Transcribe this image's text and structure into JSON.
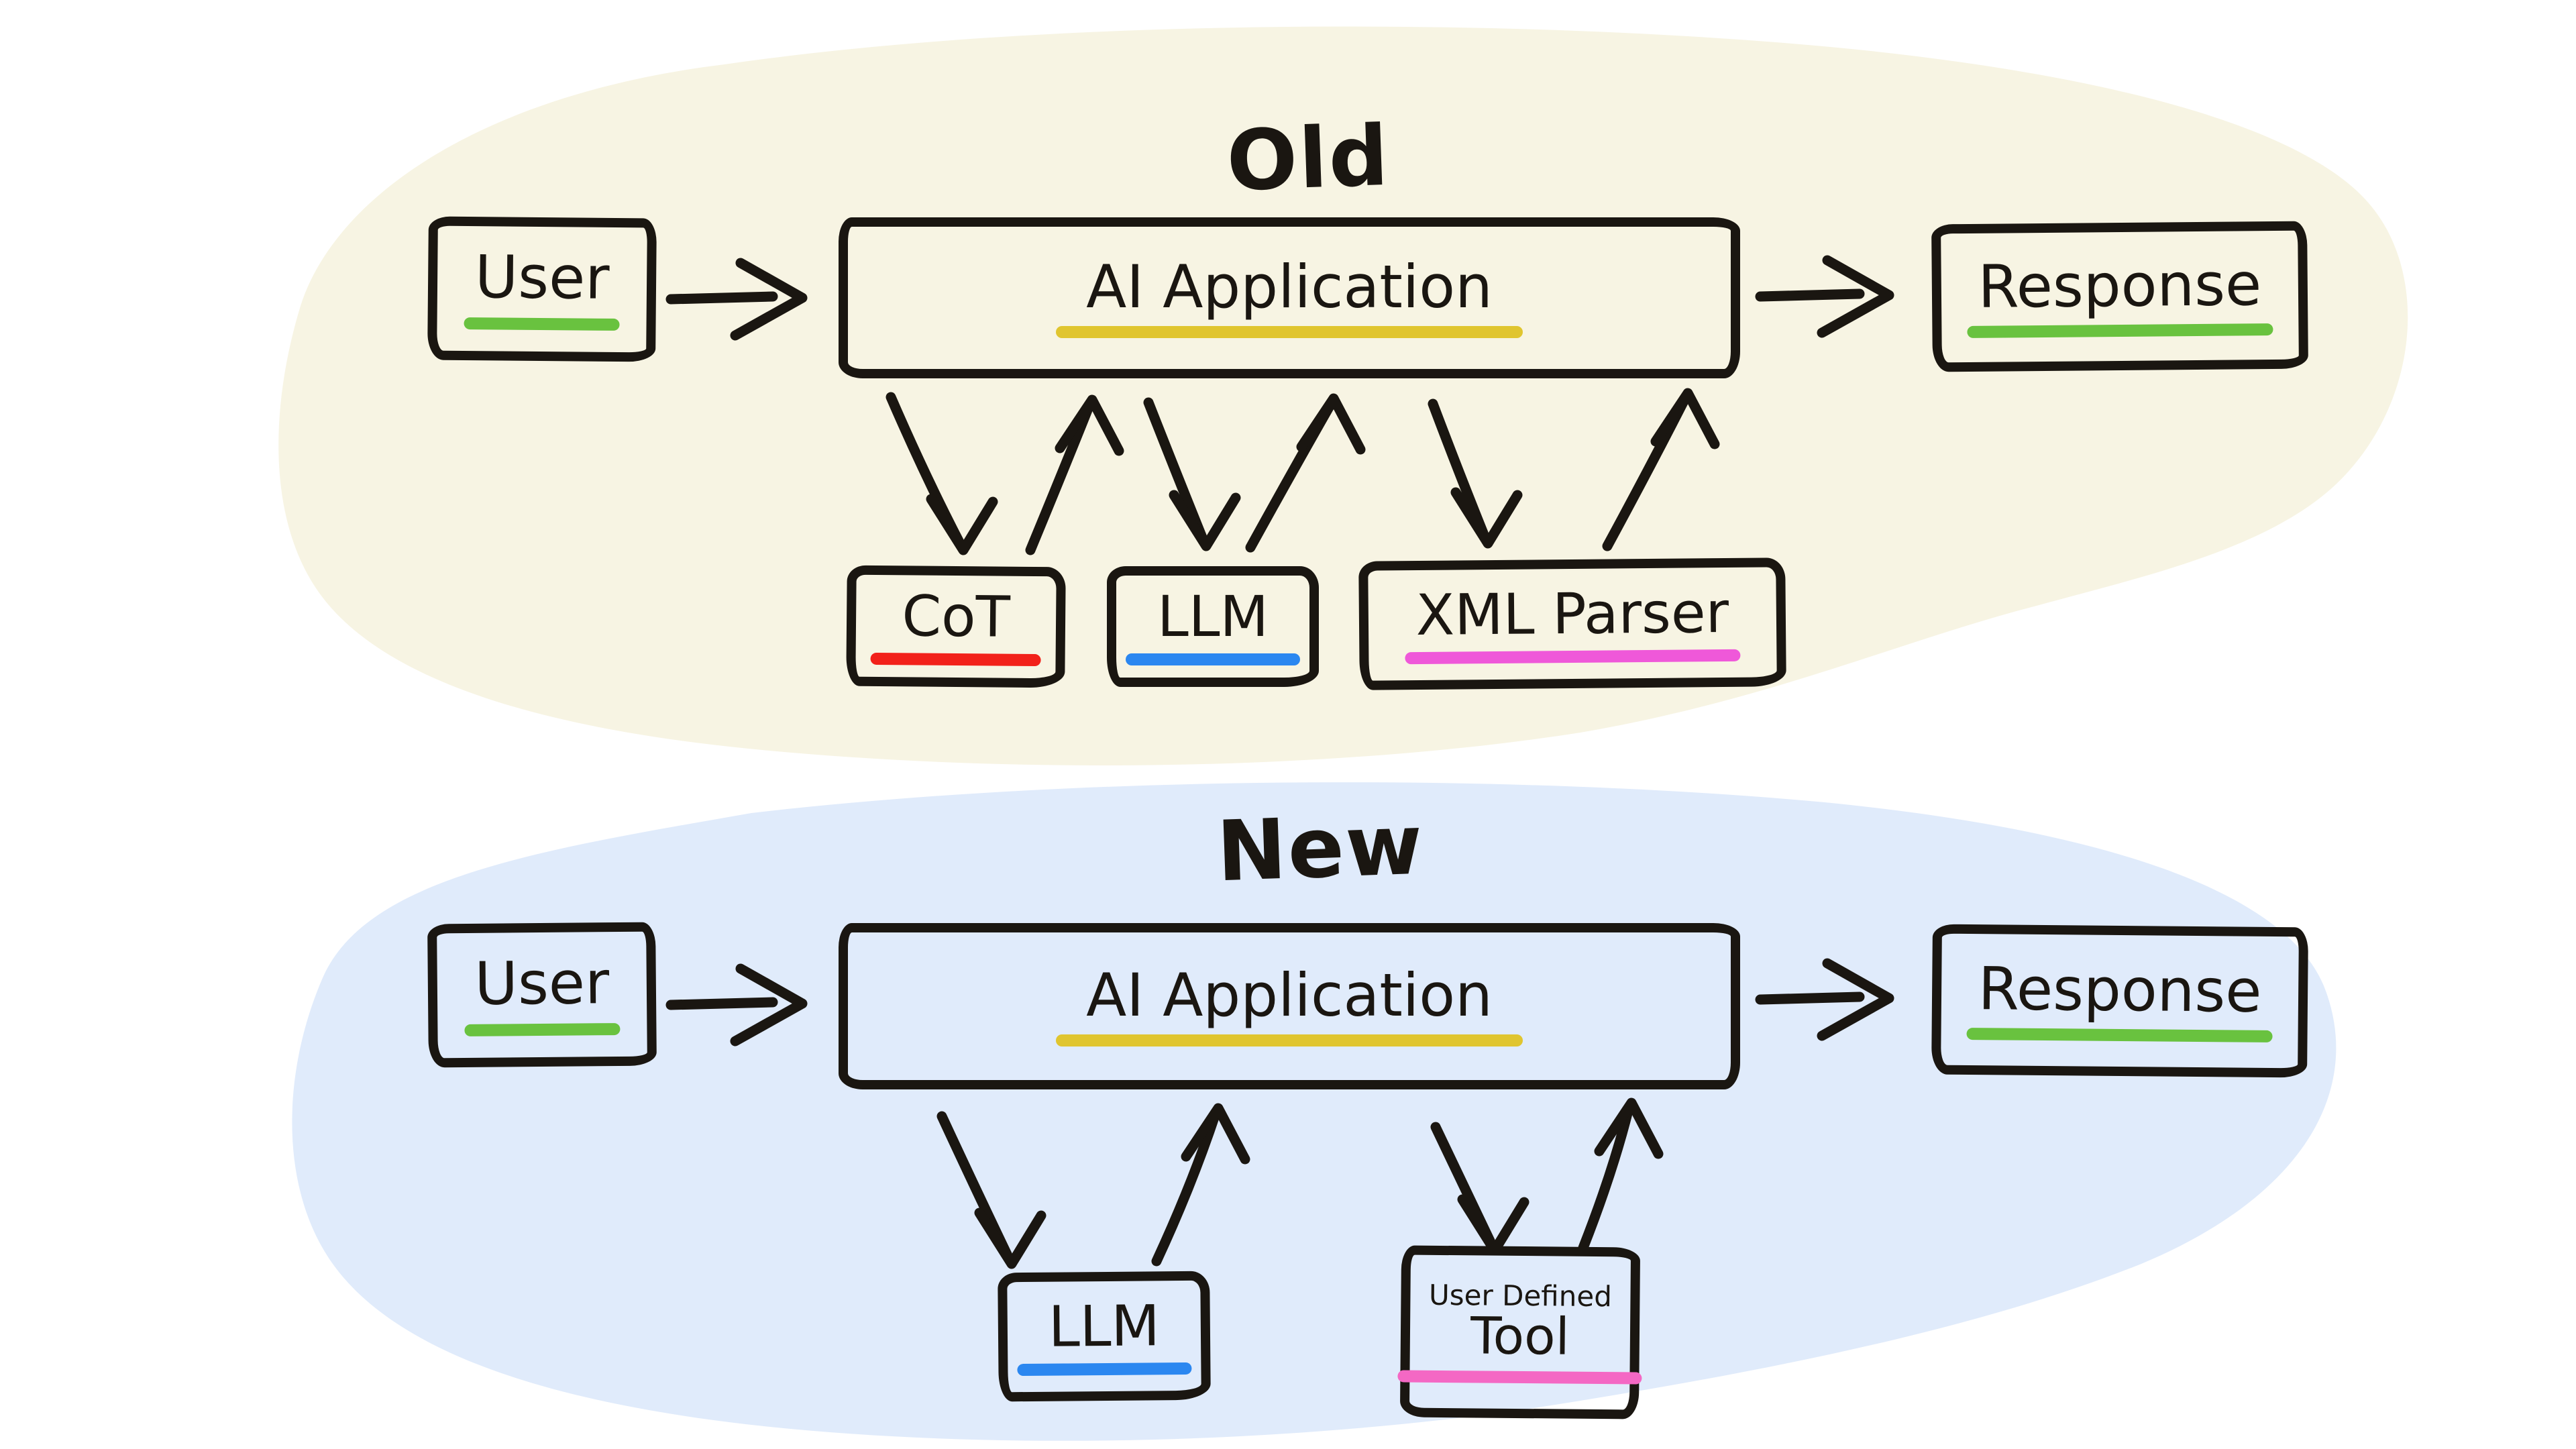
{
  "page": {
    "background": "#FFFFFF",
    "ink": "#1A1611"
  },
  "old": {
    "title": "Old",
    "background": "#F7F4E3",
    "user": {
      "label": "User",
      "underline": "#69C23F"
    },
    "ai_app": {
      "label": "AI Application",
      "underline": "#E0C52F"
    },
    "response": {
      "label": "Response",
      "underline": "#69C23F"
    },
    "cot": {
      "label": "CoT",
      "underline": "#F2211A"
    },
    "llm": {
      "label": "LLM",
      "underline": "#2B87F0"
    },
    "xml_parser": {
      "label": "XML Parser",
      "underline": "#EF58D9"
    }
  },
  "new": {
    "title": "New",
    "background": "#E0EBFB",
    "user": {
      "label": "User",
      "underline": "#69C23F"
    },
    "ai_app": {
      "label": "AI Application",
      "underline": "#E0C52F"
    },
    "response": {
      "label": "Response",
      "underline": "#69C23F"
    },
    "llm": {
      "label": "LLM",
      "underline": "#2B87F0"
    },
    "tool": {
      "label_top": "User Defined",
      "label": "Tool",
      "underline": "#F468C4"
    }
  }
}
